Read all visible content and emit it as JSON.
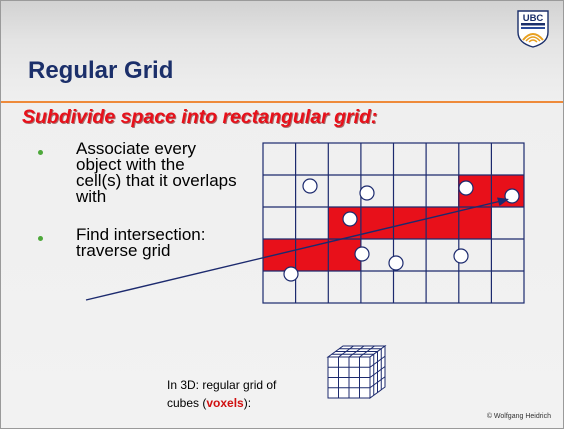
{
  "slide": {
    "logo_text": "UBC",
    "title": "Regular Grid",
    "subtitle": "Subdivide space into rectangular grid:",
    "bullets": [
      {
        "lines": "Associate every\nobject with the\ncell(s) that it overlaps\nwith"
      },
      {
        "lines": "Find intersection:\ntraverse grid"
      }
    ],
    "caption": {
      "line1": "In 3D: regular grid of",
      "line2_prefix": "cubes (",
      "line2_highlight": "voxels",
      "line2_suffix": "):"
    },
    "copyright": "© Wolfgang Heidrich"
  },
  "colors": {
    "title": "#1b2f6a",
    "subtitle": "#e8101a",
    "bullet": "#4da83a",
    "highlight_cell": "#e8101a",
    "grid_line": "#1c2a6e",
    "accent_rule": "#ee8a3a"
  },
  "icons": {
    "logo": "ubc-crest",
    "voxel_cube": "voxel-cube-icon"
  }
}
